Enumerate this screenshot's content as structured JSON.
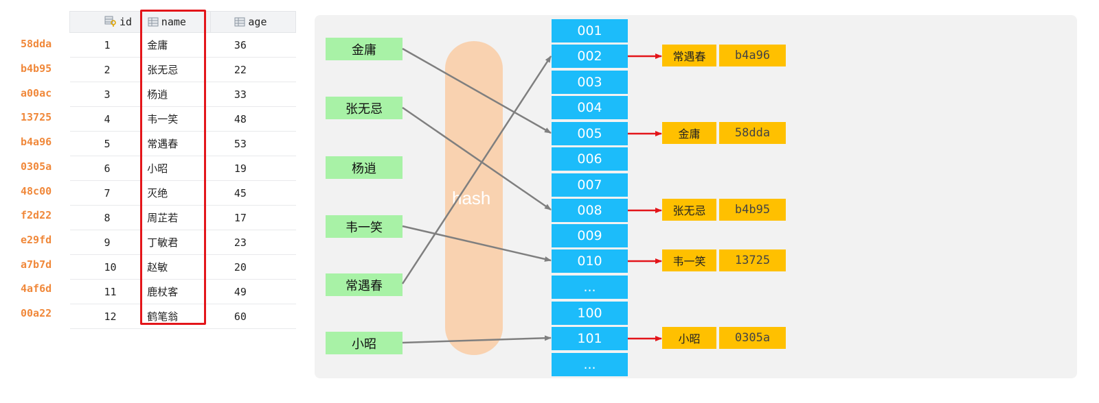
{
  "table": {
    "columns": [
      {
        "label": "id",
        "icon": "key-column-icon"
      },
      {
        "label": "name",
        "icon": "table-column-icon"
      },
      {
        "label": "age",
        "icon": "table-column-icon"
      }
    ],
    "rows": [
      {
        "hash": "58dda",
        "id": "1",
        "name": "金庸",
        "age": "36"
      },
      {
        "hash": "b4b95",
        "id": "2",
        "name": "张无忌",
        "age": "22"
      },
      {
        "hash": "a00ac",
        "id": "3",
        "name": "杨逍",
        "age": "33"
      },
      {
        "hash": "13725",
        "id": "4",
        "name": "韦一笑",
        "age": "48"
      },
      {
        "hash": "b4a96",
        "id": "5",
        "name": "常遇春",
        "age": "53"
      },
      {
        "hash": "0305a",
        "id": "6",
        "name": "小昭",
        "age": "19"
      },
      {
        "hash": "48c00",
        "id": "7",
        "name": "灭绝",
        "age": "45"
      },
      {
        "hash": "f2d22",
        "id": "8",
        "name": "周芷若",
        "age": "17"
      },
      {
        "hash": "e29fd",
        "id": "9",
        "name": "丁敏君",
        "age": "23"
      },
      {
        "hash": "a7b7d",
        "id": "10",
        "name": "赵敏",
        "age": "20"
      },
      {
        "hash": "4af6d",
        "id": "11",
        "name": "鹿杖客",
        "age": "49"
      },
      {
        "hash": "00a22",
        "id": "12",
        "name": "鹤笔翁",
        "age": "60"
      }
    ]
  },
  "diagram": {
    "hash_label": "hash",
    "keys": [
      "金庸",
      "张无忌",
      "杨逍",
      "韦一笑",
      "常遇春",
      "小昭"
    ],
    "buckets": [
      "001",
      "002",
      "003",
      "004",
      "005",
      "006",
      "007",
      "008",
      "009",
      "010",
      "...",
      "100",
      "101",
      "..."
    ],
    "entries": [
      {
        "name": "常遇春",
        "hash": "b4a96"
      },
      {
        "name": "金庸",
        "hash": "58dda"
      },
      {
        "name": "张无忌",
        "hash": "b4b95"
      },
      {
        "name": "韦一笑",
        "hash": "13725"
      },
      {
        "name": "小昭",
        "hash": "0305a"
      }
    ],
    "mappings": [
      {
        "key": "金庸",
        "bucket": "005"
      },
      {
        "key": "张无忌",
        "bucket": "008"
      },
      {
        "key": "韦一笑",
        "bucket": "010"
      },
      {
        "key": "常遇春",
        "bucket": "002"
      },
      {
        "key": "小昭",
        "bucket": "101"
      }
    ],
    "colors": {
      "key_box": "#a8f2a6",
      "bucket": "#1cbcfa",
      "entry": "#ffc000",
      "hash_band": "#f9d2b0",
      "highlight": "#e3151a",
      "row_hash_text": "#f0883a",
      "mapping_arrow": "#7f7f7f",
      "entry_arrow": "#e3151a"
    }
  }
}
